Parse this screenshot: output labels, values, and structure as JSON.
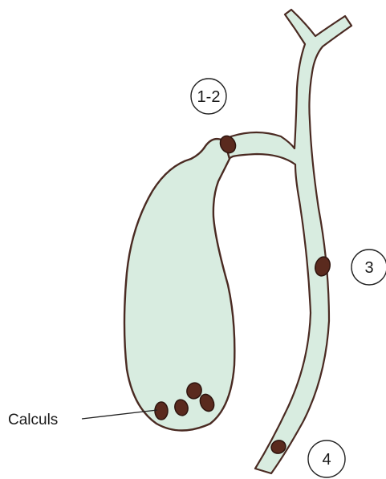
{
  "labels": {
    "site_1_2": "1-2",
    "site_3": "3",
    "site_4": "4",
    "calculs": "Calculs"
  },
  "colors": {
    "organ_fill": "#d8ece0",
    "organ_outline": "#4a2a22",
    "stone_fill": "#5a2a1e",
    "stone_outline": "#2e140e",
    "label_circle": "#222222"
  }
}
